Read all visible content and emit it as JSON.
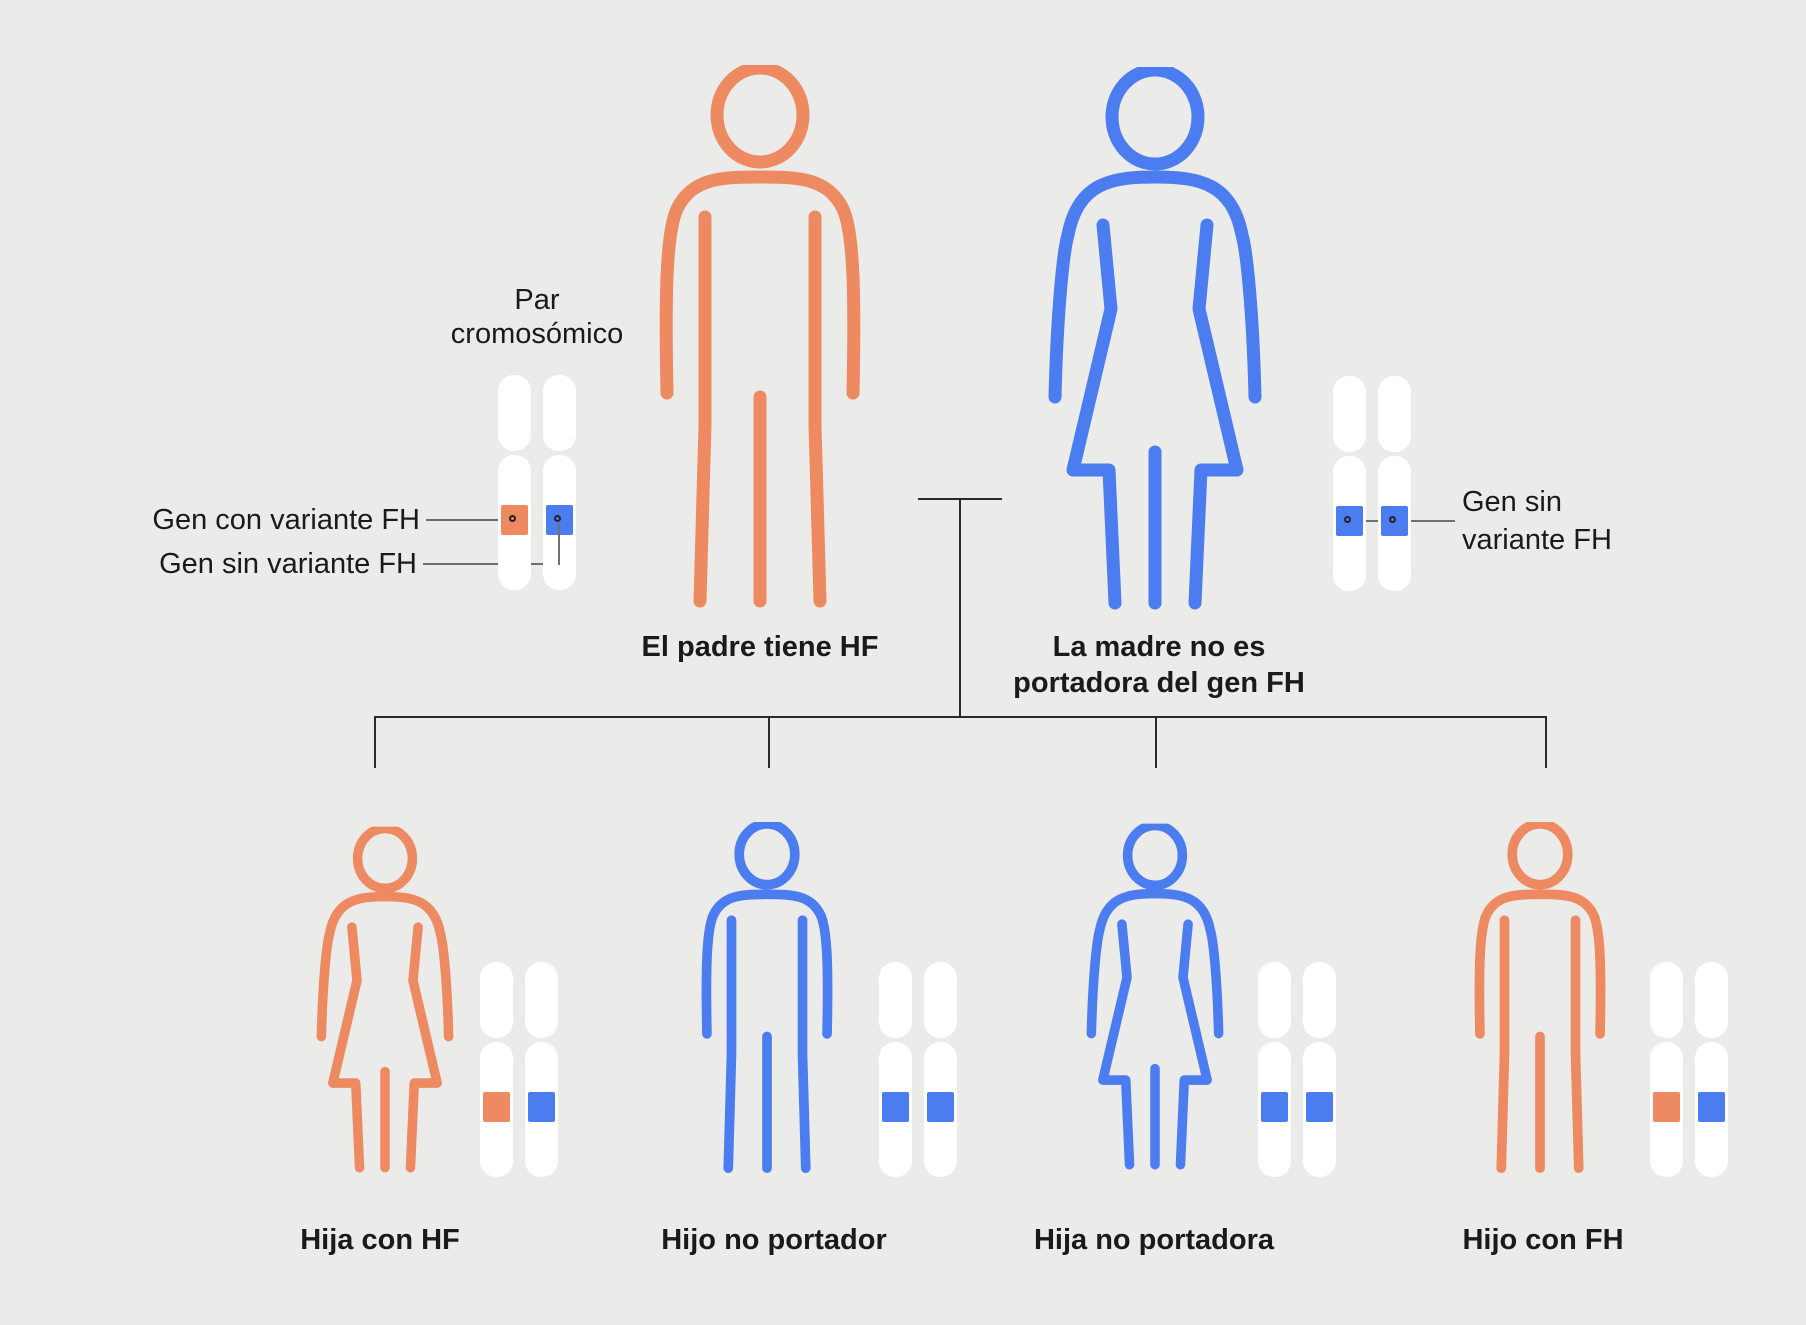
{
  "colors": {
    "background": "#EBEBE9",
    "orange": "#EE8A61",
    "blue": "#4C7DF0",
    "tree_line": "#2B2B2B",
    "pointer_line": "#6F6F6F",
    "text": "#1A1A1A",
    "chromosome_white": "#FFFFFF"
  },
  "legend": {
    "pair_label": "Par\ncromosómico",
    "gene_with": "Gen con variante FH",
    "gene_without": "Gen sin variante FH",
    "gene_without_right": "Gen sin\nvariante FH"
  },
  "parents": {
    "father": {
      "label": "El padre tiene HF",
      "sex": "male",
      "color": "orange",
      "genes": [
        "fh",
        "normal"
      ]
    },
    "mother": {
      "label": "La madre no es\nportadora del gen FH",
      "sex": "female",
      "color": "blue",
      "genes": [
        "normal",
        "normal"
      ]
    }
  },
  "children": [
    {
      "label": "Hija con HF",
      "sex": "female",
      "color": "orange",
      "genes": [
        "fh",
        "normal"
      ]
    },
    {
      "label": "Hijo no portador",
      "sex": "male",
      "color": "blue",
      "genes": [
        "normal",
        "normal"
      ]
    },
    {
      "label": "Hija no portadora",
      "sex": "female",
      "color": "blue",
      "genes": [
        "normal",
        "normal"
      ]
    },
    {
      "label": "Hijo con FH",
      "sex": "male",
      "color": "orange",
      "genes": [
        "fh",
        "normal"
      ]
    }
  ]
}
